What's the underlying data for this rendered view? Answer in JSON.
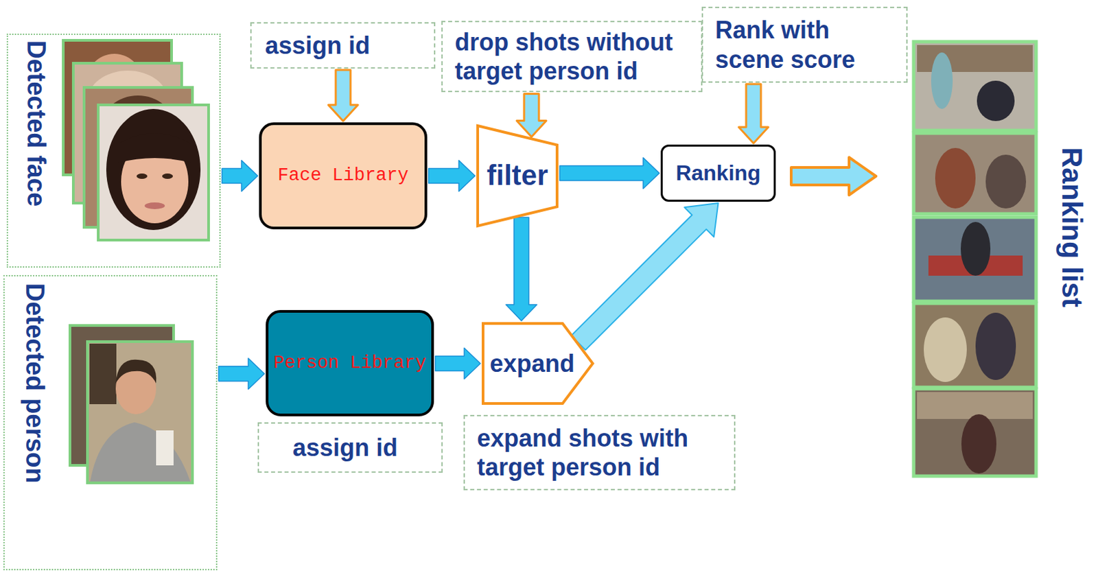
{
  "diagram": {
    "nodes": [
      {
        "text": [
          "Detected face"
        ]
      },
      {
        "text": [
          "assign id"
        ]
      },
      {
        "text": [
          "drop shots without target person id"
        ]
      },
      {
        "text": [
          "Rank with scene score"
        ]
      },
      {
        "text": [
          "Face Library"
        ]
      },
      {
        "text": [
          "filter"
        ]
      },
      {
        "text": [
          "Ranking"
        ]
      },
      {
        "text": [
          "Detected person"
        ]
      },
      {
        "text": [
          "Person Library"
        ]
      },
      {
        "text": [
          "expand"
        ]
      },
      {
        "text": [
          "assign id"
        ]
      },
      {
        "text": [
          "expand shots with target person id"
        ]
      }
    ],
    "edges": [
      {
        "from": 0,
        "to": 4,
        "arrow": "to"
      },
      {
        "from": 1,
        "to": 4,
        "arrow": "to"
      },
      {
        "from": 2,
        "to": 5,
        "arrow": "to"
      },
      {
        "from": 3,
        "to": 6,
        "arrow": "to"
      },
      {
        "from": 4,
        "to": 5,
        "arrow": "to"
      },
      {
        "from": 5,
        "to": 6,
        "arrow": "to"
      },
      {
        "from": 5,
        "to": 9,
        "arrow": "to"
      },
      {
        "from": 7,
        "to": 8,
        "arrow": "to"
      },
      {
        "from": 8,
        "to": 9,
        "arrow": "to"
      },
      {
        "from": 9,
        "to": 6,
        "arrow": "to"
      }
    ],
    "labels": [
      "Ranking list"
    ]
  }
}
